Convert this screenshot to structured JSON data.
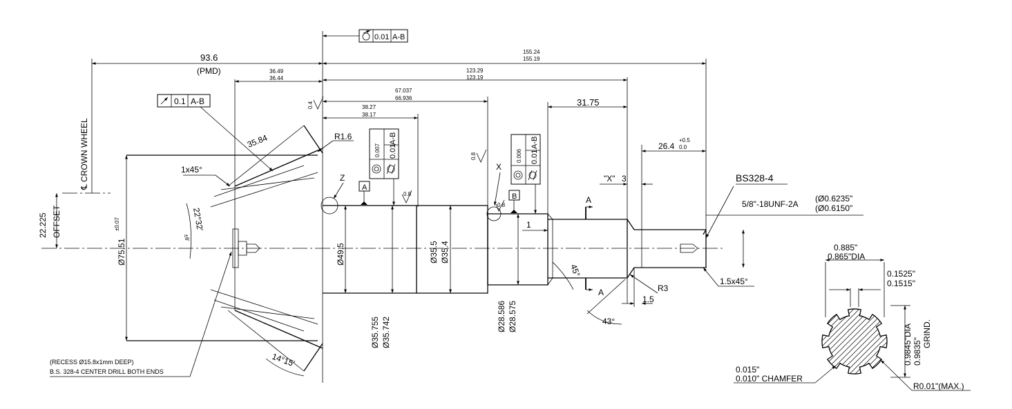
{
  "overall": {
    "total_upper": "155.24",
    "total_lower": "155.19",
    "pmd_value": "93.6",
    "pmd_note": "(PMD)",
    "left_upper": "36.49",
    "left_lower": "36.44",
    "mid_upper": "123.29",
    "mid_lower": "123.19",
    "step_upper": "67.037",
    "step_lower": "66.936",
    "bearing_upper": "38.27",
    "bearing_lower": "38.17",
    "length_3175": "31.75",
    "thread_len": "26.4",
    "thread_tol_upper": "+0.5",
    "thread_tol_lower": "0.0"
  },
  "frames": {
    "runout_top": {
      "value": "0.01",
      "datum": "A-B"
    },
    "runout_left": {
      "value": "0.1",
      "datum": "A-B"
    },
    "frame_a": {
      "conc": "0.007",
      "datum": "A-B",
      "cyl": "0.01"
    },
    "frame_b": {
      "conc": "0.006",
      "datum": "A-B",
      "cyl": "0.01"
    }
  },
  "datums": {
    "a": "A",
    "b": "B"
  },
  "views": {
    "z": "Z",
    "x": "X",
    "x_quoted": "\"X\"",
    "three": "3",
    "section_a": "A",
    "section_a2": "A"
  },
  "finish": {
    "s1": "0.4",
    "s2": "0.8",
    "s3": "0.8",
    "s4": "0.8"
  },
  "gear": {
    "crown_wheel": "℄ CROWN WHEEL",
    "offset_label": "OFFSET",
    "offset_value": "22.225",
    "diameter": "Ø75.51",
    "diameter_tol": "±0.07",
    "cone_dim": "35.84",
    "chamfer": "1x45°",
    "r16": "R1.6",
    "angle_22": "22°32'",
    "angle_22_tol": "±8'",
    "angle_14": "14°15'"
  },
  "diameters": {
    "d495": "Ø49.5",
    "d355": "Ø35.5",
    "d354": "Ø35.4",
    "d35755": "Ø35.755",
    "d35742": "Ø35.742",
    "d28586": "Ø28.586",
    "d28575": "Ø28.575",
    "one": "1"
  },
  "thread": {
    "spec": "5/8\"-18UNF-2A",
    "d_upper": "(Ø0.6235\"",
    "d_lower": "(Ø0.6150\"",
    "bs": "BS328-4",
    "chamfer": "1.5x45°",
    "r3": "R3",
    "len15": "1.5",
    "angle43": "43°",
    "angle45": "45°"
  },
  "notes": {
    "recess": "(RECESS Ø15.8x1mm DEEP)",
    "center_drill": "B.S. 328-4 CENTER DRILL BOTH ENDS"
  },
  "spline": {
    "dia_upper": "0.885\"",
    "dia_lower": "0.865\"DIA",
    "width_upper": "0.1525\"",
    "width_lower": "0.1515\"",
    "grind_upper": "0.9845\"DIA",
    "grind_lower": "0.9835\"",
    "grind": "GRIND.",
    "chamfer_upper": "0.015\"",
    "chamfer_lower": "0.010\" CHAMFER",
    "radius": "R0.01\"(MAX.)"
  }
}
